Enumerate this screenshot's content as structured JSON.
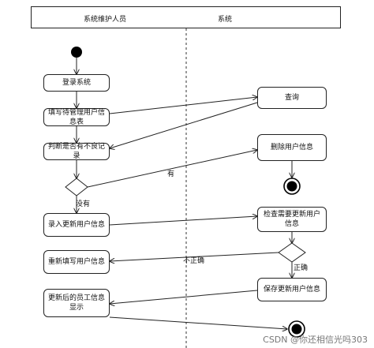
{
  "header": {
    "left_title": "系统维护人员",
    "right_title": "系统"
  },
  "nodes": {
    "login": "登录系统",
    "fill_info": "填写待管理用户信息表",
    "check_bad": "判断是否有不良记录",
    "enter_update": "录入更新用户信息",
    "refill": "重新填写用户信息",
    "show_updated": "更新后的员工信息显示",
    "query": "查询",
    "delete_user": "删除用户信息",
    "check_update": "检查需要更新用户信息",
    "save_update": "保存更新用户信息"
  },
  "edge_labels": {
    "yes": "有",
    "no": "没有",
    "incorrect": "不正确",
    "correct": "正确"
  },
  "watermark": "CSDN @你还相信光吗303"
}
